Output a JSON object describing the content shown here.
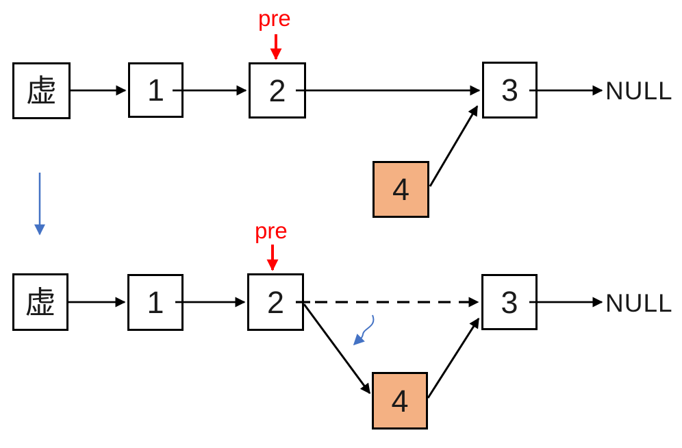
{
  "colors": {
    "line": "#000000",
    "red": "#FF0000",
    "blue": "#4472C4",
    "new_node_fill": "#F4B183",
    "node_fill": "#FFFFFF",
    "text": "#1A1A1A"
  },
  "step1": {
    "pre_label": "pre",
    "null_label": "NULL",
    "nodes": [
      {
        "label": "虚"
      },
      {
        "label": "1"
      },
      {
        "label": "2"
      },
      {
        "label": "3"
      }
    ],
    "new_node": {
      "label": "4"
    }
  },
  "step2": {
    "pre_label": "pre",
    "null_label": "NULL",
    "nodes": [
      {
        "label": "虚"
      },
      {
        "label": "1"
      },
      {
        "label": "2"
      },
      {
        "label": "3"
      }
    ],
    "new_node": {
      "label": "4"
    }
  }
}
